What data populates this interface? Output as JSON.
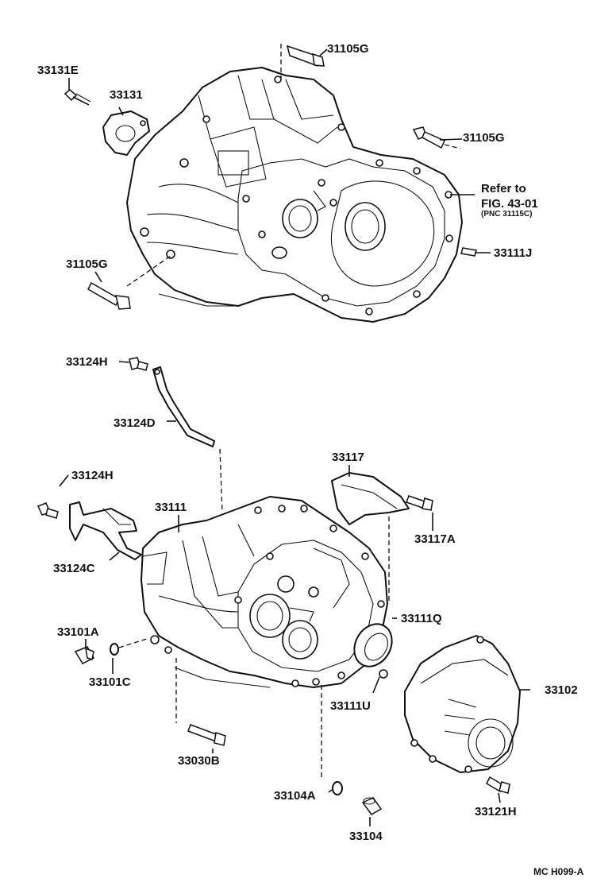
{
  "labels": {
    "p31131E": "33131E",
    "p33131": "33131",
    "p31105G_top": "31105G",
    "p31105G_right": "31105G",
    "p31105G_left": "31105G",
    "p33111J": "33111J",
    "refer_to": "Refer to",
    "fig": "FIG. 43-01",
    "pnc": "(PNC 31115C)",
    "p33124H_top": "33124H",
    "p33124D": "33124D",
    "p33124H_mid": "33124H",
    "p33124C": "33124C",
    "p33117": "33117",
    "p33117A": "33117A",
    "p33111": "33111",
    "p33111Q": "33111Q",
    "p33101A": "33101A",
    "p33101C": "33101C",
    "p33111U": "33111U",
    "p33102": "33102",
    "p33030B": "33030B",
    "p33104A": "33104A",
    "p33104": "33104",
    "p33121H": "33121H",
    "code": "MC  H099-A"
  }
}
